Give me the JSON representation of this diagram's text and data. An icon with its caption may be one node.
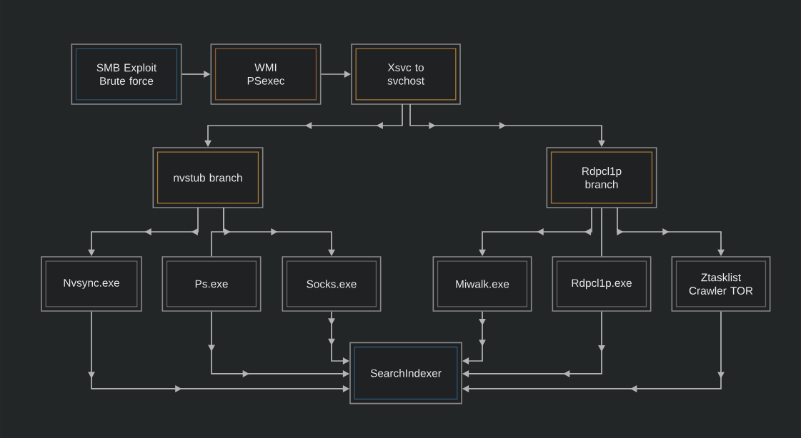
{
  "diagram": {
    "nodes": [
      {
        "text": [
          "SMB Exploit Brute force"
        ]
      },
      {
        "text": [
          "WMI PSexec"
        ]
      },
      {
        "text": [
          "Xsvc to svchost"
        ]
      },
      {
        "text": [
          "nvstub branch"
        ]
      },
      {
        "text": [
          "Rdpcl1p branch"
        ]
      },
      {
        "text": [
          "Nvsync.exe"
        ]
      },
      {
        "text": [
          "Ps.exe"
        ]
      },
      {
        "text": [
          "Socks.exe"
        ]
      },
      {
        "text": [
          "Miwalk.exe"
        ]
      },
      {
        "text": [
          "Rdpcl1p.exe"
        ]
      },
      {
        "text": [
          "Ztasklist Crawler TOR"
        ]
      },
      {
        "text": [
          "SearchIndexer"
        ]
      }
    ],
    "edges": [
      {
        "from": 0,
        "to": 1,
        "arrow": "to"
      },
      {
        "from": 1,
        "to": 2,
        "arrow": "to"
      },
      {
        "from": 2,
        "to": 3,
        "arrow": "to"
      },
      {
        "from": 2,
        "to": 4,
        "arrow": "to"
      },
      {
        "from": 3,
        "to": 5,
        "arrow": "to"
      },
      {
        "from": 3,
        "to": 6,
        "arrow": "none"
      },
      {
        "from": 3,
        "to": 7,
        "arrow": "to"
      },
      {
        "from": 4,
        "to": 8,
        "arrow": "to"
      },
      {
        "from": 4,
        "to": 9,
        "arrow": "none"
      },
      {
        "from": 4,
        "to": 10,
        "arrow": "to"
      },
      {
        "from": 5,
        "to": 11,
        "arrow": "to"
      },
      {
        "from": 6,
        "to": 11,
        "arrow": "to"
      },
      {
        "from": 7,
        "to": 11,
        "arrow": "to"
      },
      {
        "from": 8,
        "to": 11,
        "arrow": "to"
      },
      {
        "from": 9,
        "to": 11,
        "arrow": "to"
      },
      {
        "from": 10,
        "to": 11,
        "arrow": "to"
      }
    ]
  }
}
